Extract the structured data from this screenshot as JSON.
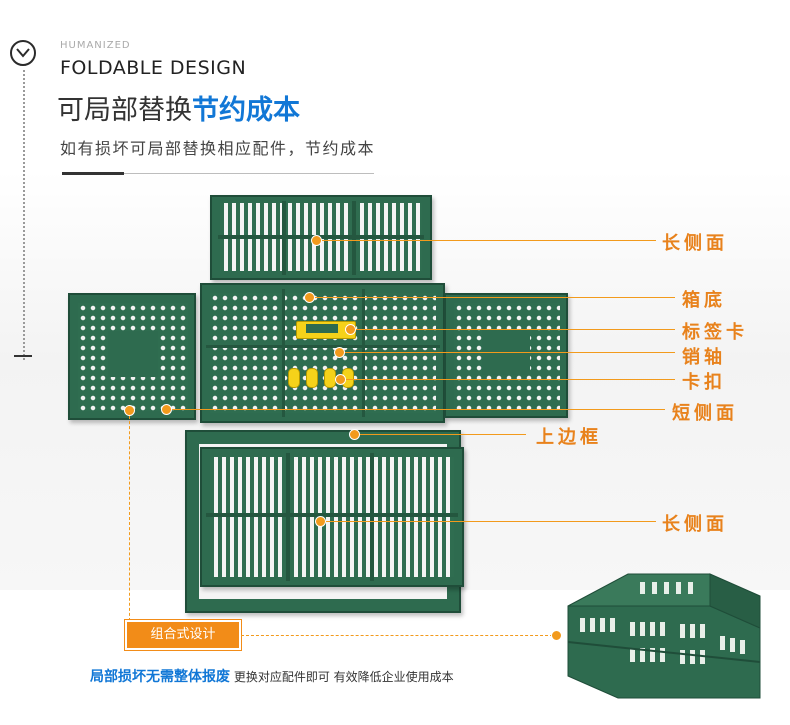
{
  "header": {
    "eyebrow": "HUMANIZED",
    "title_en": "FOLDABLE DESIGN",
    "title_cn_prefix": "可局部替换",
    "title_cn_highlight": "节约成本",
    "subtitle": "如有损坏可局部替换相应配件，节约成本"
  },
  "callouts": {
    "long_side_top": "长侧面",
    "box_bottom": "箱底",
    "label_card": "标签卡",
    "pin_shaft": "销轴",
    "clip": "卡扣",
    "short_side": "短侧面",
    "top_frame": "上边框",
    "long_side_bottom": "长侧面"
  },
  "combo_badge": "组合式设计",
  "footer": {
    "bold": "局部损坏无需整体报废",
    "text": "更换对应配件即可 有效降低企业使用成本"
  },
  "colors": {
    "accent_blue": "#1177d6",
    "accent_orange": "#f29a1c",
    "crate_green": "#2e6b4f"
  }
}
